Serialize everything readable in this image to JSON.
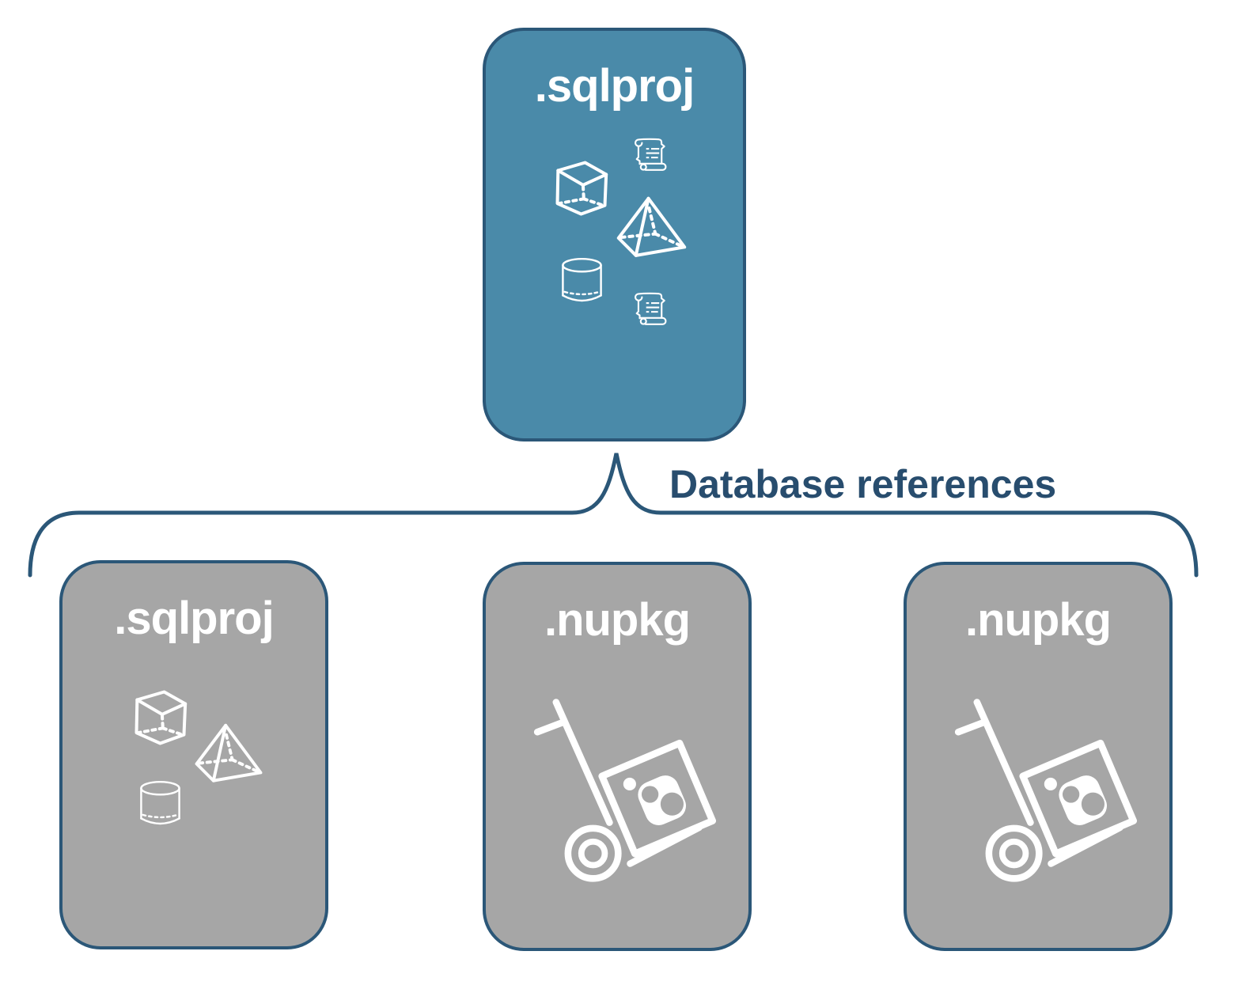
{
  "diagram": {
    "connector": {
      "label": "Database references",
      "style": "curly-brace",
      "color": "#2b5778"
    },
    "root_node": {
      "label": ".sqlproj",
      "fill_color": "#4a8aa9",
      "border_color": "#2b5778",
      "label_color": "#ffffff",
      "icons": [
        "sql-script-scroll-icon",
        "cube-icon",
        "pyramid-icon",
        "cylinder-icon",
        "sql-script-scroll-icon"
      ]
    },
    "child_nodes": [
      {
        "label": ".sqlproj",
        "fill_color": "#a6a6a6",
        "border_color": "#2b5778",
        "label_color": "#ffffff",
        "icons": [
          "cube-icon",
          "pyramid-icon",
          "cylinder-icon"
        ]
      },
      {
        "label": ".nupkg",
        "fill_color": "#a6a6a6",
        "border_color": "#2b5778",
        "label_color": "#ffffff",
        "icons": [
          "nuget-package-trolley-icon"
        ]
      },
      {
        "label": ".nupkg",
        "fill_color": "#a6a6a6",
        "border_color": "#2b5778",
        "label_color": "#ffffff",
        "icons": [
          "nuget-package-trolley-icon"
        ]
      }
    ],
    "colors": {
      "background": "#ffffff",
      "accent_teal": "#4a8aa9",
      "neutral_gray": "#a6a6a6",
      "navy": "#2b5778",
      "icon_stroke": "#ffffff"
    }
  }
}
